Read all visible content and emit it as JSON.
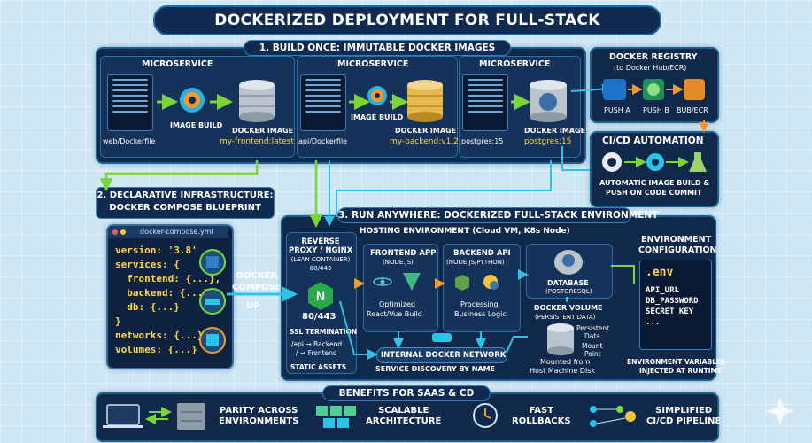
{
  "title": "DOCKERIZED DEPLOYMENT FOR FULL-STACK APPLICATIONS",
  "section1": {
    "title": "1. BUILD ONCE: IMMUTABLE DOCKER IMAGES",
    "services": [
      {
        "heading": "MICROSERVICE",
        "file": "web/Dockerfile",
        "build": "IMAGE BUILD",
        "image": "DOCKER IMAGE",
        "tag": "my-frontend:latest"
      },
      {
        "heading": "MICROSERVICE",
        "file": "api/Dockerfile",
        "build": "IMAGE BUILD",
        "image": "DOCKER IMAGE",
        "tag": "my-backend:v1.2"
      },
      {
        "heading": "MICROSERVICE",
        "file": "postgres:15",
        "build": "",
        "image": "DOCKER IMAGE",
        "tag": "postgres:15"
      }
    ]
  },
  "registry": {
    "title": "DOCKER REGISTRY",
    "subtitle": "(to Docker Hub/ECR)",
    "push_a": "PUSH A",
    "push_b": "PUSH B",
    "push_c": "BUB/ECR"
  },
  "cicd": {
    "title": "CI/CD AUTOMATION",
    "line1": "AUTOMATIC IMAGE BUILD &",
    "line2": "PUSH ON CODE COMMIT"
  },
  "section2": {
    "title_line1": "2. DECLARATIVE INFRASTRUCTURE:",
    "title_line2": "DOCKER COMPOSE BLUEPRINT",
    "filename": "docker-compose.yml",
    "yaml": "version: '3.8'\nservices: {\n  frontend: {...},\n  backend: {...},\n  db: {...}\n}\nnetworks: {...}\nvolumes: {...}",
    "compose_line1": "DOCKER",
    "compose_line2": "COMPOSE",
    "compose_line3": "UP"
  },
  "section3": {
    "title": "3. RUN ANYWHERE: DOCKERIZED FULL-STACK ENVIRONMENT",
    "hosting": "HOSTING ENVIRONMENT (Cloud VM, K8s Node)",
    "proxy": {
      "l1": "REVERSE",
      "l2": "PROXY / NGINX",
      "l3": "(LEAN CONTAINER)",
      "l4": "80/443",
      "port": "80/443",
      "ssl": "SSL TERMINATION",
      "r1": "/api → Backend",
      "r2": "/ → Frontend",
      "static": "STATIC ASSETS"
    },
    "frontend": {
      "l1": "FRONTEND APP",
      "l2": "(NODE.JS)",
      "d1": "Optimized",
      "d2": "React/Vue Build"
    },
    "backend": {
      "l1": "BACKEND API",
      "l2": "(NODE.JS/PYTHON)",
      "d1": "Processing",
      "d2": "Business Logic"
    },
    "database": {
      "l1": "DATABASE",
      "l2": "(POSTGRESQL)"
    },
    "volume": {
      "l1": "DOCKER VOLUME",
      "l2": "(PERSISTENT DATA)",
      "p1": "Persistent",
      "p2": "Data",
      "m1": "Mount",
      "m2": "Point",
      "h1": "Mounted from",
      "h2": "Host Machine Disk"
    },
    "network": "INTERNAL DOCKER NETWORK",
    "discovery": "SERVICE DISCOVERY BY NAME"
  },
  "envconfig": {
    "title1": "ENVIRONMENT",
    "title2": "CONFIGURATION",
    "file": ".env",
    "vars": "API_URL\nDB_PASSWORD\nSECRET_KEY\n...",
    "foot1": "ENVIRONMENT VARIABLES",
    "foot2": "INJECTED AT RUNTIME"
  },
  "benefits": {
    "title": "BENEFITS FOR SAAS & CD",
    "items": [
      {
        "l1": "PARITY ACROSS",
        "l2": "ENVIRONMENTS"
      },
      {
        "l1": "SCALABLE",
        "l2": "ARCHITECTURE"
      },
      {
        "l1": "FAST",
        "l2": "ROLLBACKS"
      },
      {
        "l1": "SIMPLIFIED",
        "l2": "CI/CD PIPELINE"
      }
    ]
  },
  "colors": {
    "accent": "#2d83c2",
    "arrow_green": "#7bd63a",
    "arrow_cyan": "#29c4e8",
    "arrow_orange": "#f29a2e",
    "yaml_yellow": "#ffd64a"
  }
}
